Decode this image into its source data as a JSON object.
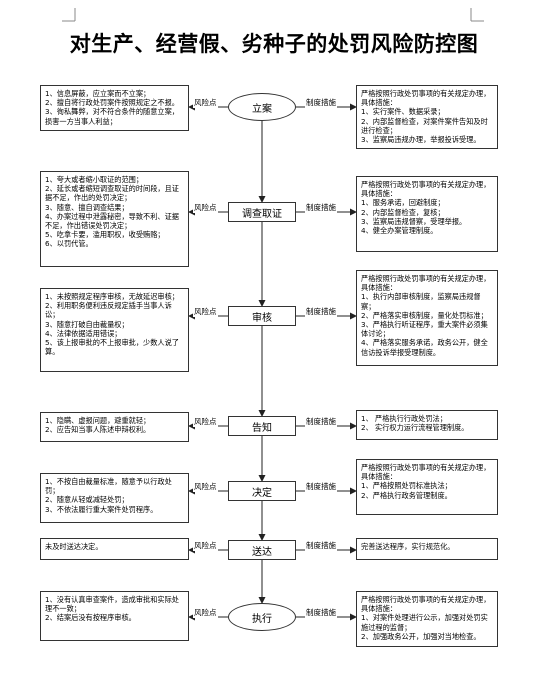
{
  "title": "对生产、经营假、劣种子的处罚风险防控图",
  "labels": {
    "risk": "风险点",
    "measure": "制度措施"
  },
  "stages": [
    {
      "name": "立案",
      "risk": [
        "1、信息屏蔽，应立案而不立案；",
        "2、擅自将行政处罚案件按照规定之不报。",
        "3、徇私舞弊，对不符合条件的随意立案，损害一方当事人利益；"
      ],
      "measure": [
        "严格按照行政处罚事项的有关规定办理，具体措施：",
        "1、实行案件、数据采录；",
        "2、内部监督检查，对案件案件告知及时进行检查；",
        "3、监察局违规办理，举报投诉受理。"
      ]
    },
    {
      "name": "调查取证",
      "risk": [
        "1、夸大或者缩小取证的范围；",
        "2、延长或者缩短调查取证的时间段，且证据不足，作出的处罚决定；",
        "3、随意、擅自调查结果；",
        "4、办案过程中泄露秘密，导致不利、证据不足，作出错误处罚决定；",
        "5、吃拿卡要，滥用职权，收受贿赂；",
        "6、以罚代管。"
      ],
      "measure": [
        "严格按照行政处罚事项的有关规定办理，具体措施：",
        "1、服务承诺，回避制度；",
        "2、内部监督检查，复核；",
        "3、监察局违规督察，受理举报。",
        "4、健全办案管理制度。"
      ]
    },
    {
      "name": "审核",
      "risk": [
        "1、未按照规定程序审核，无故延迟审核；",
        "2、利用职务便利违反规定插手当事人诉讼；",
        "3、随意打破自由裁量权；",
        "4、法律依据适用错误；",
        "5、该上报审批的不上报审批，少数人说了算。"
      ],
      "measure": [
        "严格按照行政处罚事项的有关规定办理，具体措施：",
        "1、执行内部审核制度，监察局违规督察；",
        "2、严格落实审核制度，量化处罚标准；",
        "3、严格执行听证程序，重大案件必须集体讨论；",
        "4、严格落实服务承诺，政务公开，健全信访投诉举报受理制度。"
      ]
    },
    {
      "name": "告知",
      "risk": [
        "1、隐瞒、虚报问题，避重就轻；",
        "2、应告知当事人陈述申辩权利。"
      ],
      "measure": [
        "1、 严格执行行政处罚法；",
        "2、 实行权力运行流程管理制度。"
      ]
    },
    {
      "name": "决定",
      "risk": [
        "1、不按自由裁量标准，随意予以行政处罚；",
        "2、随意从轻或减轻处罚；",
        "3、不依法履行重大案件处罚程序。"
      ],
      "measure": [
        "严格按照行政处罚事项的有关规定办理，具体措施：",
        "1、严格按照处罚标准执法；",
        "2、严格执行政务管理制度。"
      ]
    },
    {
      "name": "送达",
      "risk": [
        "未及时送达决定。"
      ],
      "measure": [
        "完善送达程序，实行规范化。"
      ]
    },
    {
      "name": "执行",
      "risk": [
        "1、没有认真审查案件，造成审批和实际处理不一致；",
        "2、结案后没有按程序审核。"
      ],
      "measure": [
        "严格按照行政处罚事项的有关规定办理，具体措施：",
        "1、对案件处理进行公示，加强对处罚实施过程的监督；",
        "2、加强政务公开，加强对当地检查。"
      ]
    }
  ]
}
